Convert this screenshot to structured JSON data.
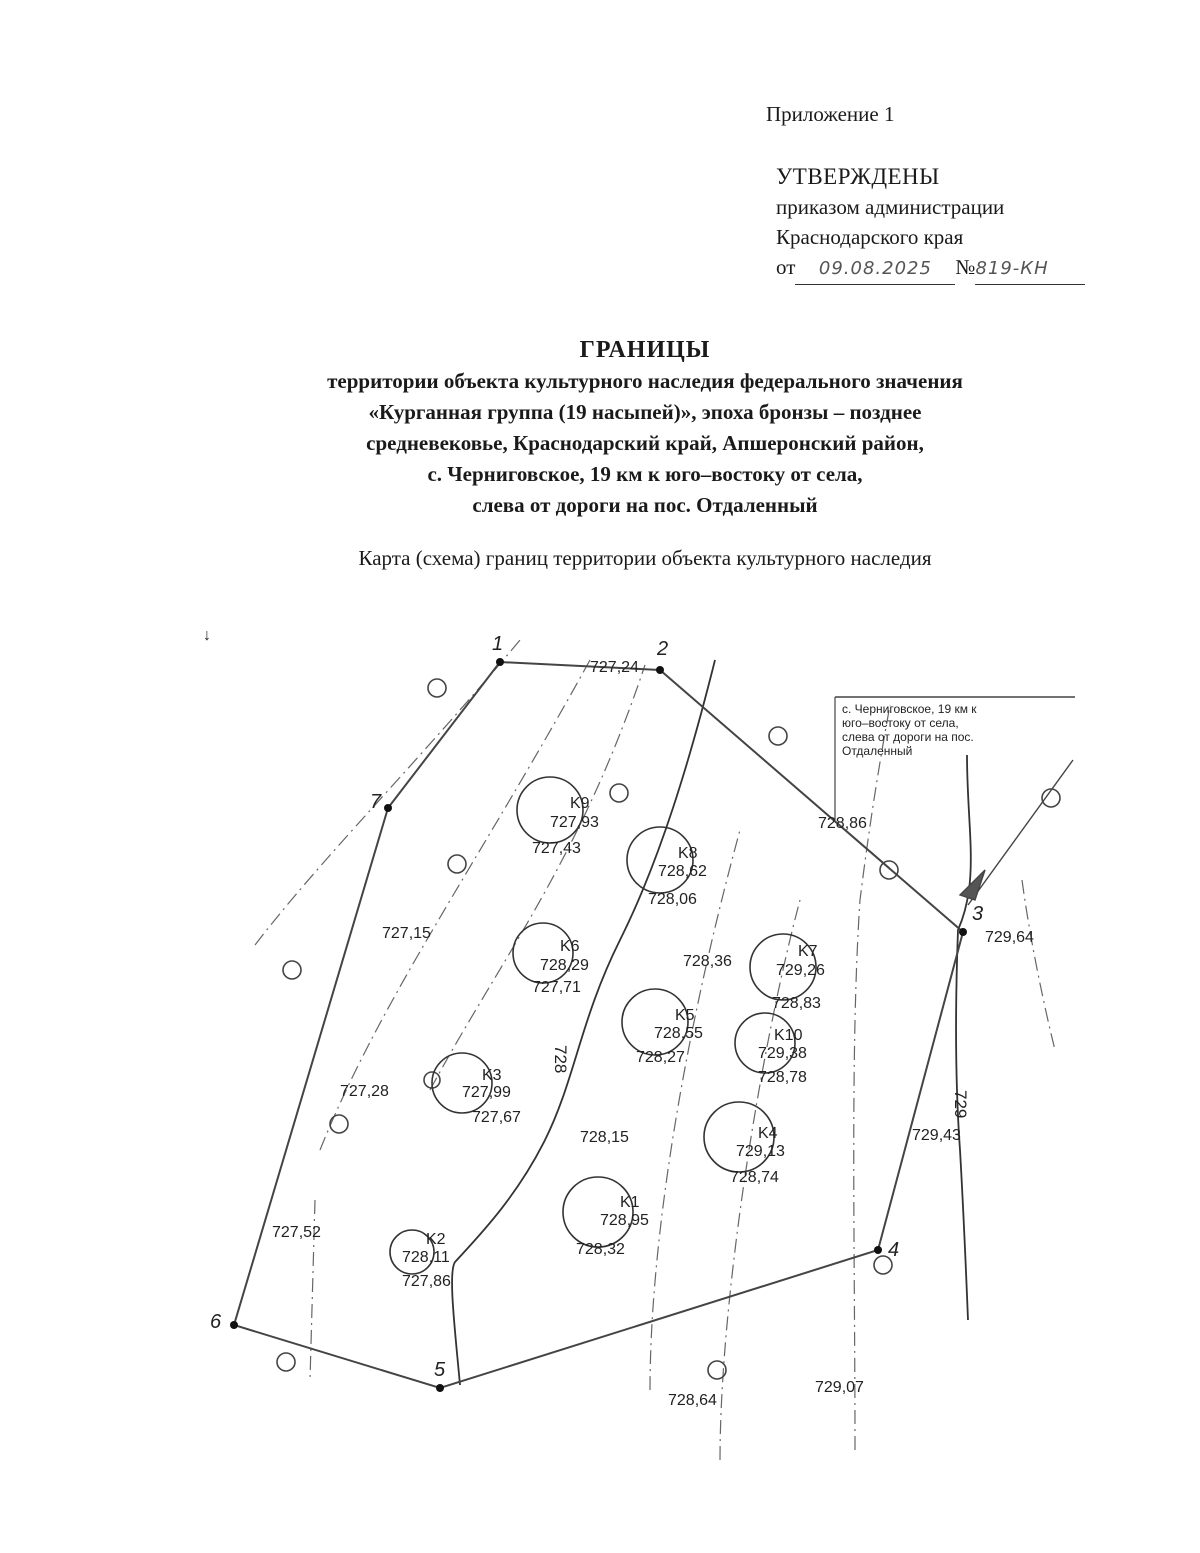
{
  "header": {
    "annex": "Приложение 1",
    "approved": "УТВЕРЖДЕНЫ",
    "approved_by_line1": "приказом администрации",
    "approved_by_line2": "Краснодарского края",
    "from_label": "от",
    "date_handwritten": "09.08.2025",
    "number_label": "№",
    "number_handwritten": "819-КН"
  },
  "title": {
    "heading": "ГРАНИЦЫ",
    "lines": [
      "территории объекта культурного наследия федерального значения",
      "«Курганная группа (19 насыпей)», эпоха бронзы – позднее",
      "средневековье, Краснодарский край, Апшеронский район,",
      "с. Черниговское, 19 км к юго–востоку от села,",
      "слева от дороги на пос. Отдаленный"
    ]
  },
  "map_caption": "Карта (схема) границ территории объекта культурного наследия",
  "map": {
    "corner_mark": "↓",
    "vertex_labels": [
      "1",
      "2",
      "3",
      "4",
      "5",
      "6",
      "7"
    ],
    "contour_labels": [
      "728",
      "729"
    ],
    "location_note": [
      "с. Черниговское, 19 км к",
      "юго–востоку от села,",
      "слева от дороги на пос.",
      "Отдаленный"
    ],
    "mounds": [
      {
        "id": "K9",
        "top": "727,93",
        "base": "727,43"
      },
      {
        "id": "K8",
        "top": "728,62",
        "base": "728,06"
      },
      {
        "id": "K6",
        "top": "728,29",
        "base": "727,71"
      },
      {
        "id": "K7",
        "top": "729,26",
        "base": "728,83"
      },
      {
        "id": "K5",
        "top": "728,55",
        "base": "728,27"
      },
      {
        "id": "K10",
        "top": "729,38",
        "base": "728,78"
      },
      {
        "id": "K3",
        "top": "727,99",
        "base": "727,67"
      },
      {
        "id": "K4",
        "top": "729,13",
        "base": "728,74"
      },
      {
        "id": "K1",
        "top": "728,95",
        "base": "728,32"
      },
      {
        "id": "K2",
        "top": "728,11",
        "base": "727,86"
      }
    ],
    "elevations": [
      "727,24",
      "728,86",
      "729,64",
      "727,15",
      "728,36",
      "727,28",
      "728,15",
      "729,43",
      "727,52",
      "728,64",
      "729,07"
    ]
  }
}
